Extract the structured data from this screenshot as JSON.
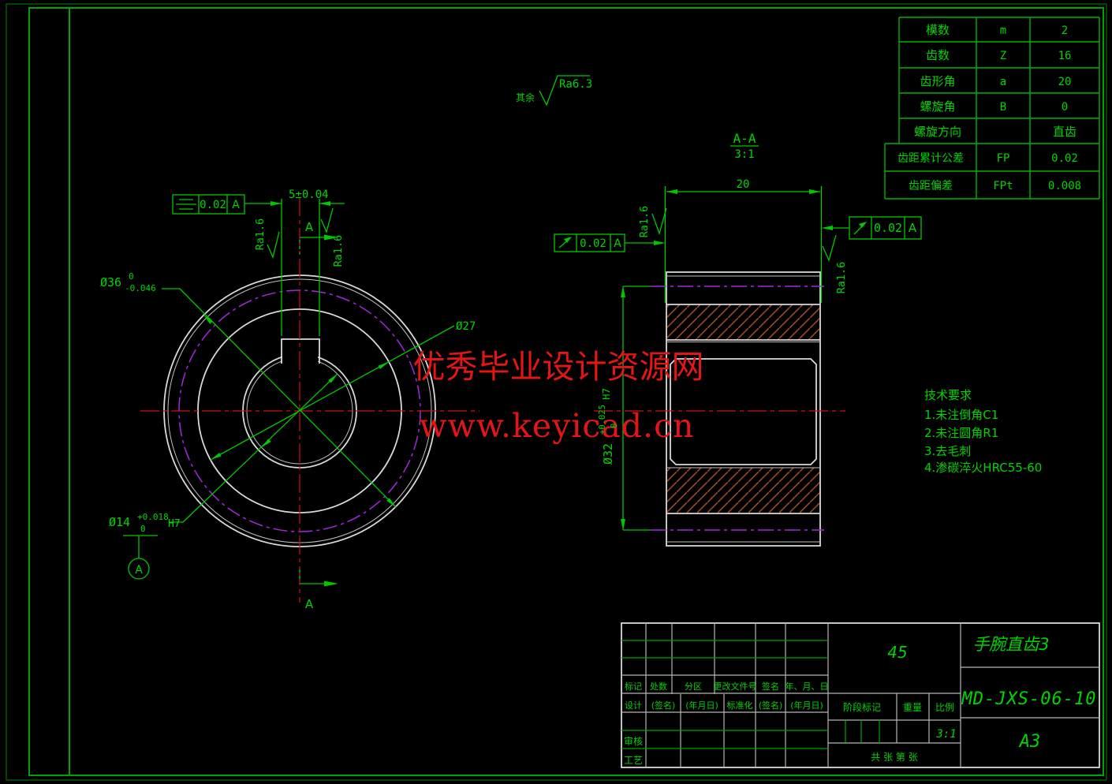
{
  "watermark": {
    "line1": "优秀毕业设计资源网",
    "line2": "www.keyicad.cn"
  },
  "general_roughness": {
    "label": "其余",
    "value": "Ra6.3"
  },
  "front_view": {
    "dim_od_prefix": "Ø36",
    "dim_od_upper": "0",
    "dim_od_lower": "-0.046",
    "dim_root": "Ø27",
    "dim_bore_prefix": "Ø14",
    "dim_bore_upper": "+0.018",
    "dim_bore_lower": "0",
    "dim_bore_suffix": "H7",
    "dim_keyway": "5±0.04",
    "datum_label": "A",
    "fcf_symmetry_tol": "0.02",
    "fcf_symmetry_datum": "A",
    "roughness1": "Ra1.6",
    "roughness2": "Ra1.6",
    "section_arrow_top": "A",
    "section_arrow_bottom": "A"
  },
  "section_view": {
    "label": "A-A",
    "scale": "3:1",
    "dim_width": "20",
    "dim_pitch_prefix": "Ø32",
    "dim_pitch_upper": "+0.025",
    "dim_pitch_lower": "0",
    "dim_pitch_suffix": "H7",
    "fcf_left_tol": "0.02",
    "fcf_left_datum": "A",
    "fcf_right_tol": "0.02",
    "fcf_right_datum": "A",
    "roughness_left": "Ra1.6",
    "roughness_right": "Ra1.6"
  },
  "gear_table": {
    "rows": [
      {
        "name": "模数",
        "symbol": "m",
        "value": "2"
      },
      {
        "name": "齿数",
        "symbol": "Z",
        "value": "16"
      },
      {
        "name": "齿形角",
        "symbol": "a",
        "value": "20"
      },
      {
        "name": "螺旋角",
        "symbol": "B",
        "value": "0"
      },
      {
        "name": "螺旋方向",
        "symbol": "",
        "value": "直齿"
      },
      {
        "name": "齿距累计公差",
        "symbol": "FP",
        "value": "0.02"
      },
      {
        "name": "齿距偏差",
        "symbol": "FPt",
        "value": "0.008"
      }
    ]
  },
  "tech_req": {
    "title": "技术要求",
    "item1": "1.未注倒角C1",
    "item2": "2.未注圆角R1",
    "item3": "3.去毛刺",
    "item4": "4.渗碳淬火HRC55-60"
  },
  "title_block": {
    "material": "45",
    "part_name": "手腕直齿3",
    "drawing_no": "MD-JXS-06-10",
    "paper": "A3",
    "scale_value": "3:1",
    "rev_h1": "标记",
    "rev_h2": "处数",
    "rev_h3": "分区",
    "rev_h4": "更改文件号",
    "rev_h5": "签名",
    "rev_h6": "年、月、日",
    "sign_c1": "设计",
    "sign_c2": "(签名)",
    "sign_c3": "(年月日)",
    "sign_c4": "标准化",
    "sign_c5": "(签名)",
    "sign_c6": "(年月日)",
    "check_label": "审核",
    "process_label": "工艺",
    "stage_label": "阶段标记",
    "weight_label": "重量",
    "scale_label": "比例",
    "sheet_label": "共  张 第  张"
  }
}
